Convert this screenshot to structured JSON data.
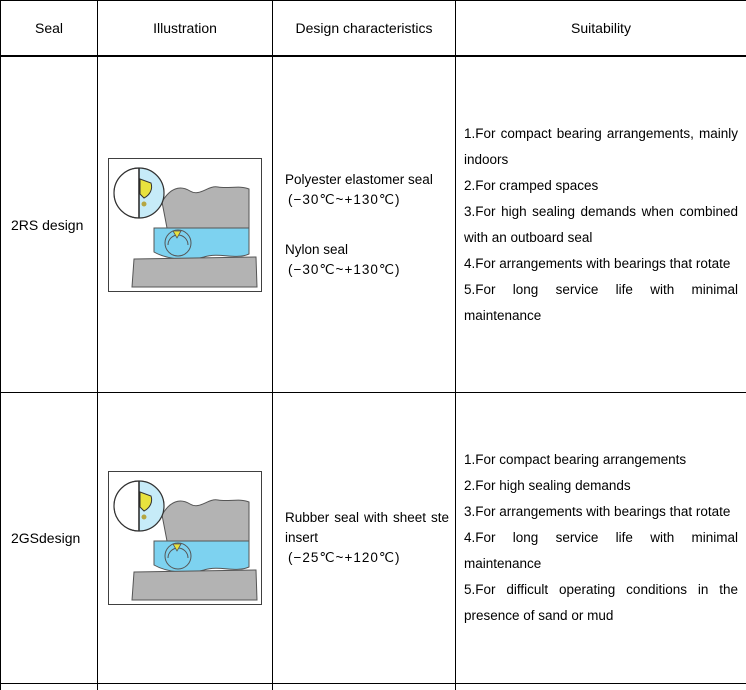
{
  "colors": {
    "gray": "#b3b3b3",
    "blue": "#7dd2f0",
    "blue_light": "#c6ebf8",
    "yellow": "#e8e23e"
  },
  "table": {
    "headers": {
      "seal": "Seal",
      "illustration": "Illustration",
      "design": "Design characteristics",
      "suitability": "Suitability"
    },
    "rows": [
      {
        "seal": "2RS design",
        "design": {
          "line1": "Polyester elastomer seal",
          "temp1": "(−30℃~+130℃)",
          "line2": "Nylon seal",
          "temp2": "(−30℃~+130℃)"
        },
        "suitability": [
          "1.For compact bearing arrangements, mainly indoors",
          "2.For cramped spaces",
          "3.For high sealing demands when combined with an outboard seal",
          "4.For arrangements with bearings that rotate",
          "5.For long service life with minimal maintenance"
        ]
      },
      {
        "seal": "2GSdesign",
        "design": {
          "line1": "Rubber seal with sheet ste insert",
          "temp1": "(−25℃~+120℃)"
        },
        "suitability": [
          "1.For compact bearing arrangements",
          "2.For high sealing demands",
          "3.For arrangements with bearings that rotate",
          "4.For long service life with minimal maintenance",
          "5.For difficult operating conditions in the presence of sand or mud"
        ]
      }
    ]
  }
}
